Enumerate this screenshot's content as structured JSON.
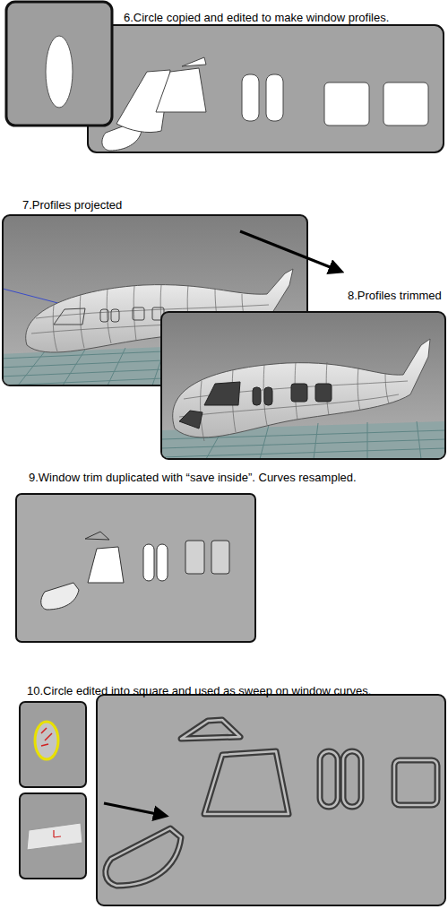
{
  "diagram": {
    "labels": [
      "6.Circle copied and edited to make window profiles.",
      "7.Profiles projected",
      "8.Profiles trimmed",
      "9.Window trim duplicated with “save inside”. Curves resampled.",
      "10.Circle edited into square and used as sweep on window curves."
    ]
  }
}
